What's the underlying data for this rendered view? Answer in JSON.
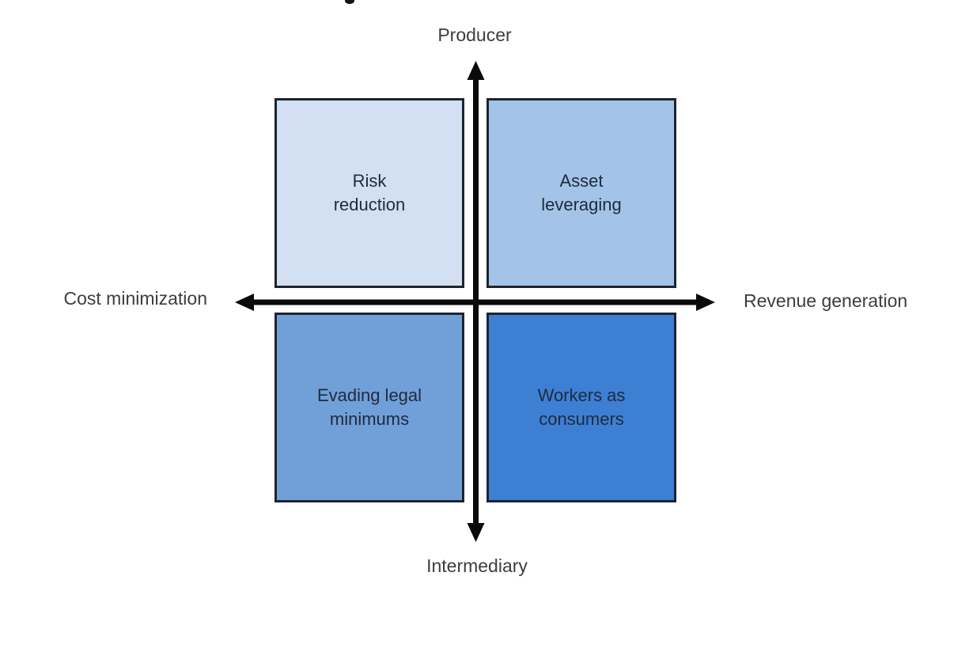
{
  "diagram": {
    "axes": {
      "top_label": "Producer",
      "bottom_label": "Intermediary",
      "left_label": "Cost minimization",
      "right_label": "Revenue generation",
      "axis_color": "#0a0a0a",
      "label_color": "#3d3d3d"
    },
    "quadrants": [
      {
        "position": "top-left",
        "label": "Risk\nreduction",
        "fill": "#d3dff2"
      },
      {
        "position": "top-right",
        "label": "Asset\nleveraging",
        "fill": "#a3c4e8"
      },
      {
        "position": "bottom-left",
        "label": "Evading legal\nminimums",
        "fill": "#71a0d8"
      },
      {
        "position": "bottom-right",
        "label": "Workers as\nconsumers",
        "fill": "#3d7fd2"
      }
    ],
    "quadrant_border_color": "#1e242e",
    "quadrant_text_color": "#1e2a3e"
  }
}
